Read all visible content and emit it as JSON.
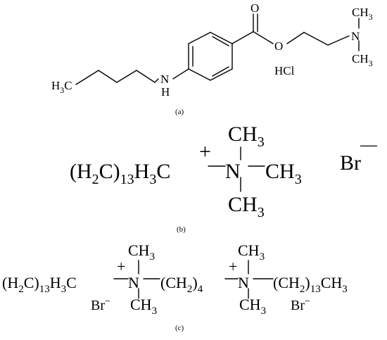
{
  "panel_a": {
    "label": "(a)",
    "atoms": {
      "O_carbonyl": "O",
      "O_ester": "O",
      "N_amine": "N",
      "CH3_top": "CH",
      "CH3_top_sub": "3",
      "CH3_bottom": "CH",
      "CH3_bottom_sub": "3",
      "H3C": "H",
      "H3C_sub": "3",
      "H3C_C": "C",
      "NH_N": "N",
      "NH_H": "H",
      "salt": "HCl"
    }
  },
  "panel_b": {
    "label": "(b)",
    "prefix": "(H",
    "prefix_sub": "2",
    "prefix_c": "C)",
    "prefix_n": "13",
    "h3c": "H",
    "h3c_sub": "3",
    "h3c_c": "C",
    "plus": "+",
    "n": "N",
    "ch3_top": "CH",
    "ch3_top_sub": "3",
    "ch3_right": "CH",
    "ch3_right_sub": "3",
    "ch3_bottom": "CH",
    "ch3_bottom_sub": "3",
    "counterion": "Br",
    "counterion_charge": "—"
  },
  "panel_c": {
    "label": "(c)",
    "prefix": "(H",
    "prefix_sub": "2",
    "prefix_c": "C)",
    "prefix_n": "13",
    "h3c": "H",
    "h3c_sub": "3",
    "h3c_c": "C",
    "plus1": "+",
    "n1": "N",
    "n1_ch3_top": "CH",
    "n1_ch3_top_sub": "3",
    "n1_ch3_bottom": "CH",
    "n1_ch3_bottom_sub": "3",
    "linker": "(CH",
    "linker_sub": "2",
    "linker_close": ")",
    "linker_n": "4",
    "plus2": "+",
    "n2": "N",
    "n2_ch3_top": "CH",
    "n2_ch3_top_sub": "3",
    "n2_ch3_bottom": "CH",
    "n2_ch3_bottom_sub": "3",
    "tail": "(CH",
    "tail_sub": "2",
    "tail_close": ")",
    "tail_n": "13",
    "tail_ch3": "CH",
    "tail_ch3_sub": "3",
    "br1": "Br",
    "br1_charge": "−",
    "br2": "Br",
    "br2_charge": "−"
  }
}
